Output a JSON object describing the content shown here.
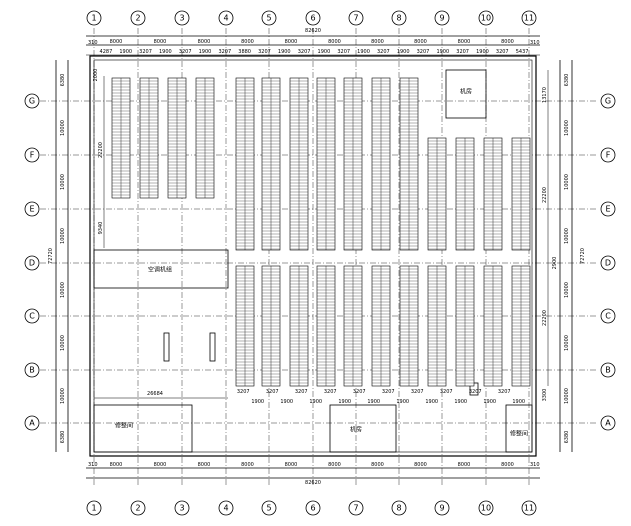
{
  "grid": {
    "columns": [
      "1",
      "2",
      "3",
      "4",
      "5",
      "6",
      "7",
      "8",
      "9",
      "10",
      "11"
    ],
    "rows": [
      "G",
      "F",
      "E",
      "D",
      "C",
      "B",
      "A"
    ]
  },
  "dims": {
    "overall_width": "82620",
    "overall_height": "72720",
    "edge_offset": "310",
    "col_spacings": [
      "8000",
      "8000",
      "8000",
      "8000",
      "8000",
      "8000",
      "8000",
      "8000",
      "8000",
      "8000"
    ],
    "row_spacings_left": [
      "6380",
      "10000",
      "10000",
      "10000",
      "10000",
      "10000",
      "10000",
      "6380"
    ],
    "row_spacings_right": [
      "6380",
      "10000",
      "10000",
      "10000",
      "10000",
      "10000",
      "10000",
      "6380"
    ],
    "top_sub": [
      "4287",
      "1900",
      "3207",
      "1900",
      "3207",
      "1900",
      "3207",
      "3880",
      "3207",
      "1900",
      "3207",
      "1900",
      "3207",
      "1900",
      "3207",
      "1900",
      "3207",
      "1900",
      "3207",
      "1900",
      "3207",
      "5437"
    ],
    "bottom_sub": [
      "3207",
      "1900",
      "3207",
      "1900",
      "3207",
      "1900",
      "3207",
      "1900",
      "3207",
      "1900",
      "3207",
      "1900",
      "3207",
      "1900",
      "3207",
      "1900",
      "3207",
      "1900",
      "3207",
      "1900"
    ],
    "inner": {
      "d_left_1": "22200",
      "d_left_2": "9340",
      "d_right_1": "13170",
      "d_right_2": "22200",
      "d_right_3": "22200",
      "d_right_4": "3300",
      "d_right_5": "2900",
      "d_top_corner": "2000",
      "d_bottom_width": "26684"
    }
  },
  "rooms": {
    "ac_room": "空调机组",
    "corner_room": "机房",
    "repair_room": "修整间",
    "mid_room": "机房",
    "right_room": "修整间"
  }
}
